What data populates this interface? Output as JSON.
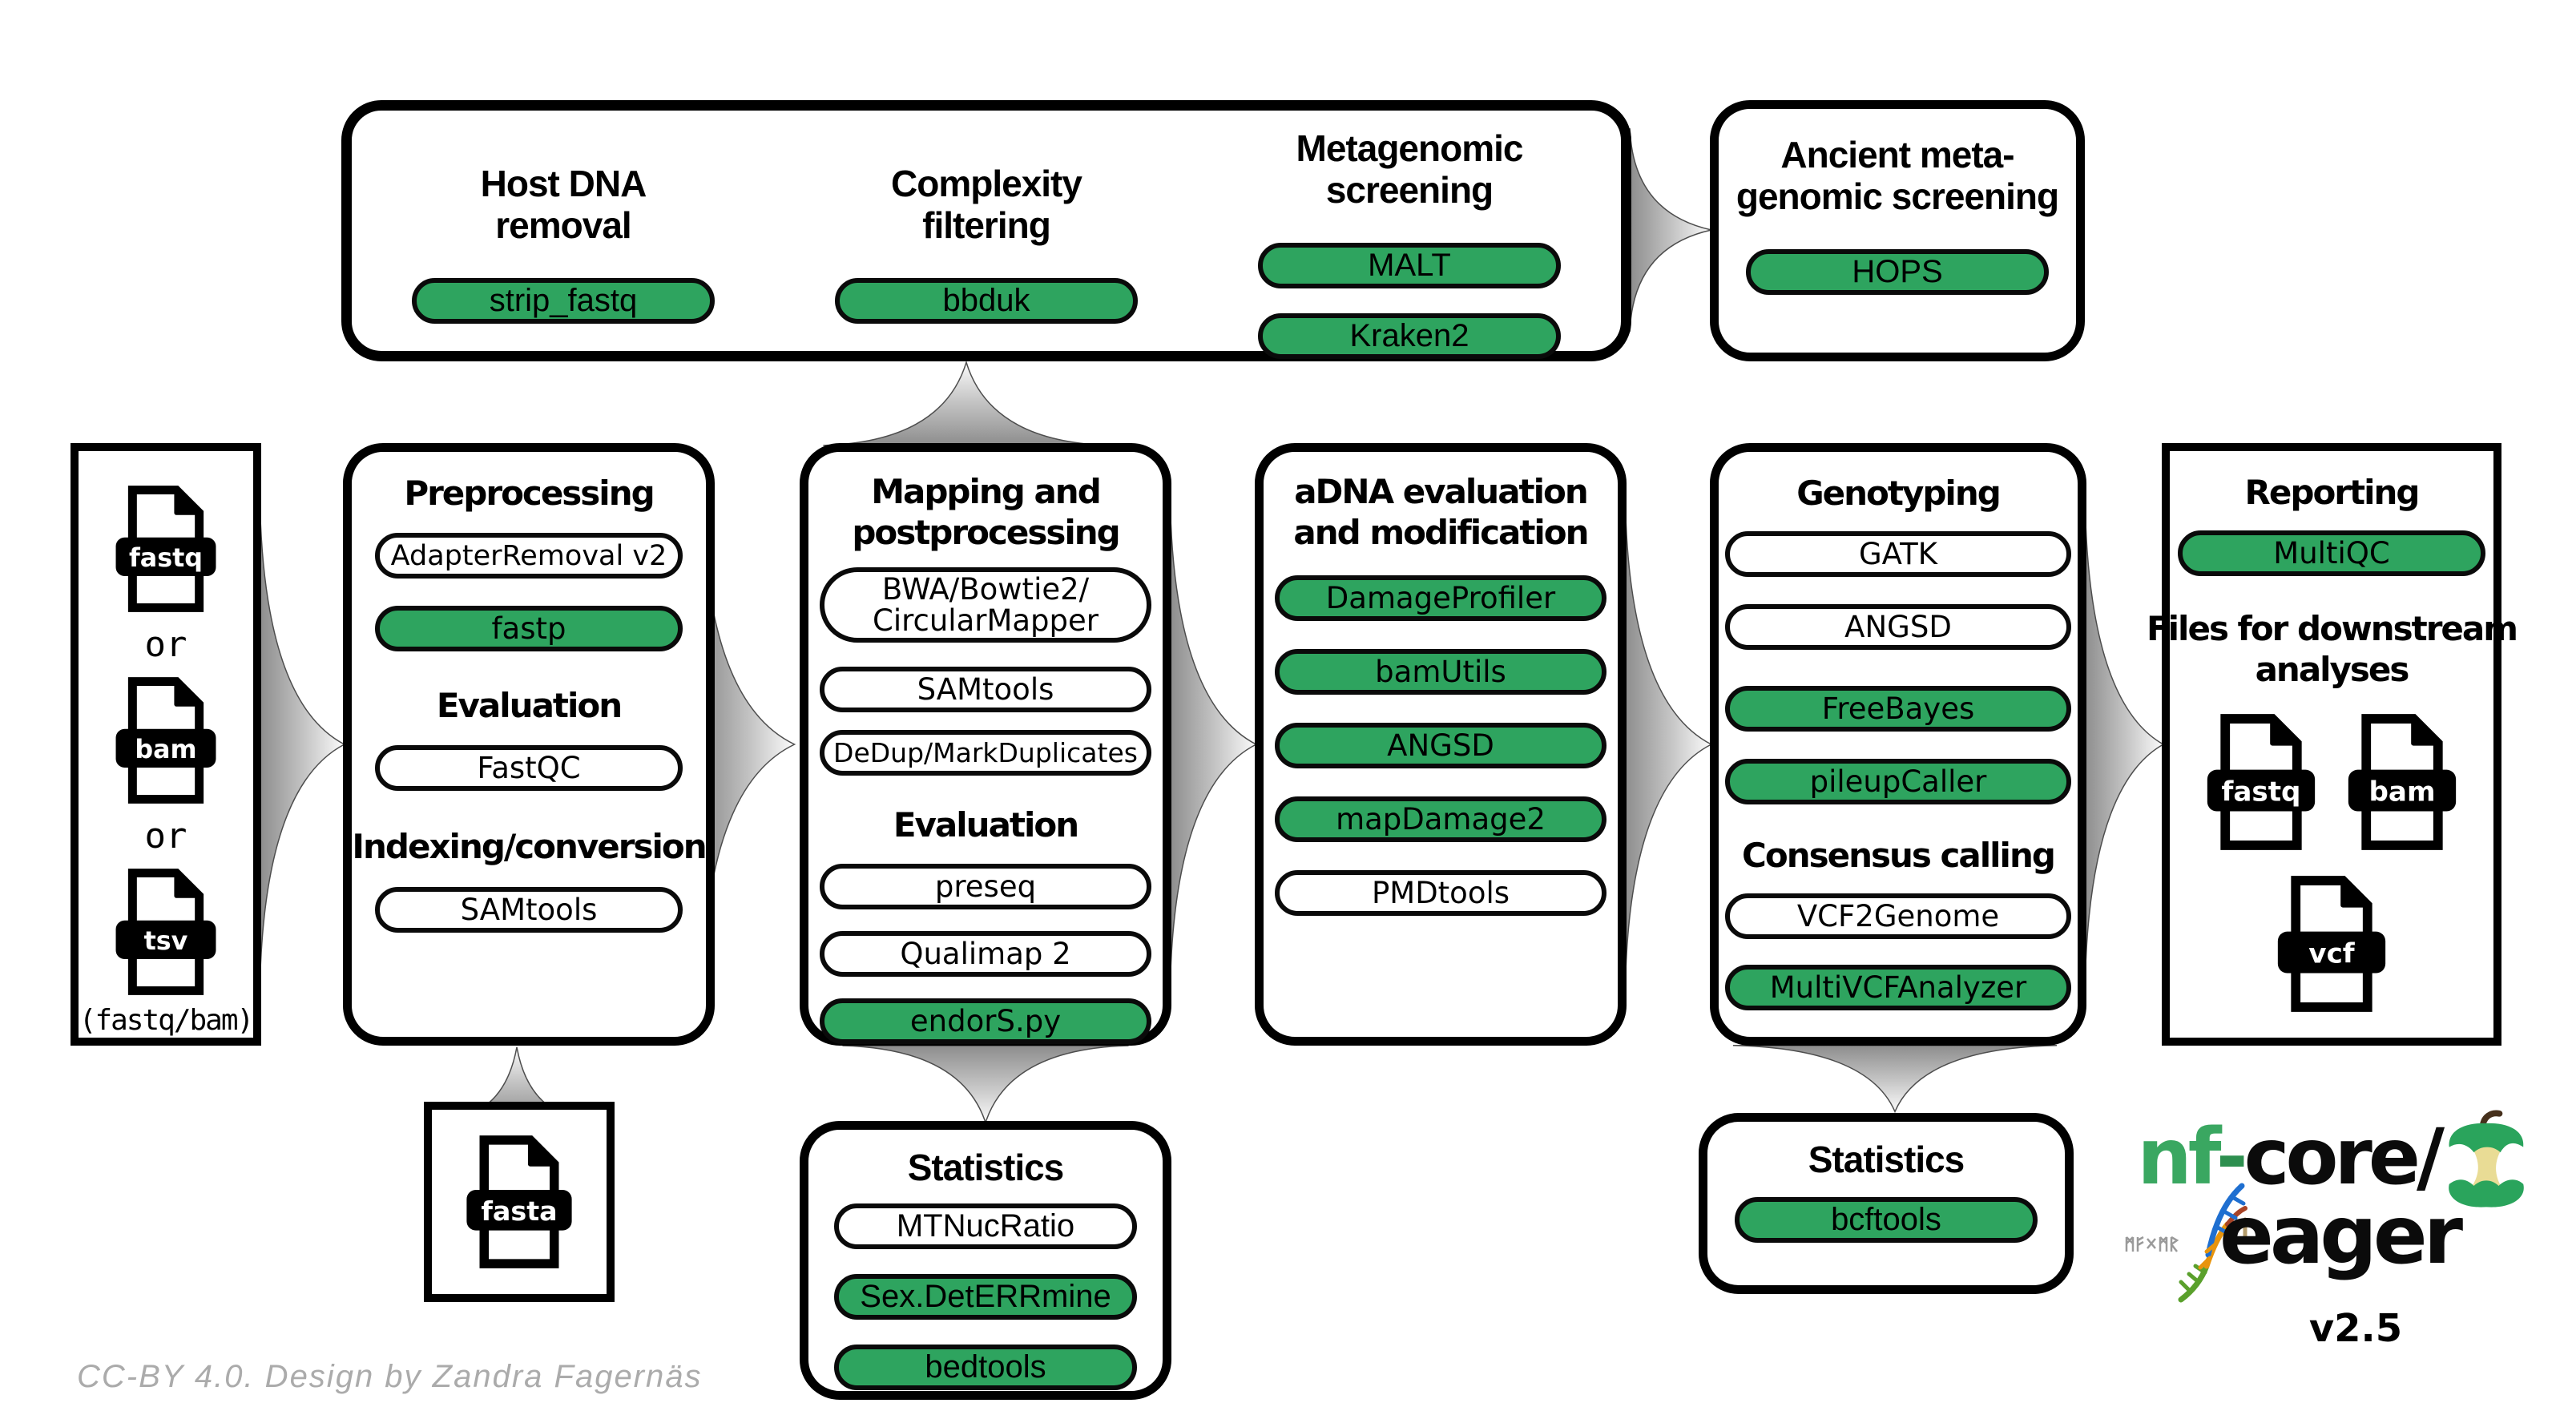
{
  "colors": {
    "pill_green": "#2ea45f",
    "logo_green": "#3aa761",
    "arrow_gray_base": "#8d8d8d",
    "arrow_gray_tip": "#fbfbfb",
    "credit_gray": "#ababab",
    "apple_green": "#2aa45c",
    "apple_core_cream": "#e9dc95",
    "stem_brown": "#46301c"
  },
  "top": {
    "host": {
      "heading1": "Host DNA",
      "heading2": "removal",
      "pill": "strip_fastq"
    },
    "complexity": {
      "heading1": "Complexity",
      "heading2": "filtering",
      "pill": "bbduk"
    },
    "metagenomic": {
      "heading1": "Metagenomic",
      "heading2": "screening",
      "pill1": "MALT",
      "pill2": "Kraken2"
    },
    "ancient": {
      "heading1": "Ancient meta-",
      "heading2": "genomic screening",
      "pill": "HOPS"
    }
  },
  "input": {
    "file1": "fastq",
    "or1": "or",
    "file2": "bam",
    "or2": "or",
    "file3": "tsv",
    "note": "(fastq/bam)"
  },
  "preprocessing": {
    "heading": "Preprocessing",
    "pill1": "AdapterRemoval v2",
    "pill2": "fastp",
    "sub1": "Evaluation",
    "pill3": "FastQC",
    "sub2": "Indexing/conversion",
    "pill4": "SAMtools"
  },
  "mapping": {
    "heading1": "Mapping and",
    "heading2": "postprocessing",
    "pill1a": "BWA/Bowtie2/",
    "pill1b": "CircularMapper",
    "pill2": "SAMtools",
    "pill3": "DeDup/MarkDuplicates",
    "sub": "Evaluation",
    "pill4": "preseq",
    "pill5": "Qualimap 2",
    "pill6": "endorS.py"
  },
  "adna": {
    "heading1": "aDNA evaluation",
    "heading2": "and modification",
    "pill1": "DamageProfiler",
    "pill2": "bamUtils",
    "pill3": "ANGSD",
    "pill4": "mapDamage2",
    "pill5": "PMDtools"
  },
  "genotyping": {
    "heading": "Genotyping",
    "pill1": "GATK",
    "pill2": "ANGSD",
    "pill3": "FreeBayes",
    "pill4": "pileupCaller",
    "sub": "Consensus calling",
    "pill5": "VCF2Genome",
    "pill6": "MultiVCFAnalyzer"
  },
  "reporting": {
    "heading": "Reporting",
    "pill1": "MultiQC",
    "sub1": "Files for downstream",
    "sub2": "analyses",
    "file1": "fastq",
    "file2": "bam",
    "file3": "vcf"
  },
  "fasta": {
    "file": "fasta"
  },
  "stats_mapping": {
    "heading": "Statistics",
    "pill1": "MTNucRatio",
    "pill2": "Sex.DetERRmine",
    "pill3": "bedtools"
  },
  "stats_genotyping": {
    "heading": "Statistics",
    "pill1": "bcftools"
  },
  "logo": {
    "nf": "nf",
    "dash": "-",
    "core": "core/",
    "name": "eager",
    "version": "v2.5"
  },
  "credit": "CC-BY 4.0. Design by Zandra Fagernäs"
}
